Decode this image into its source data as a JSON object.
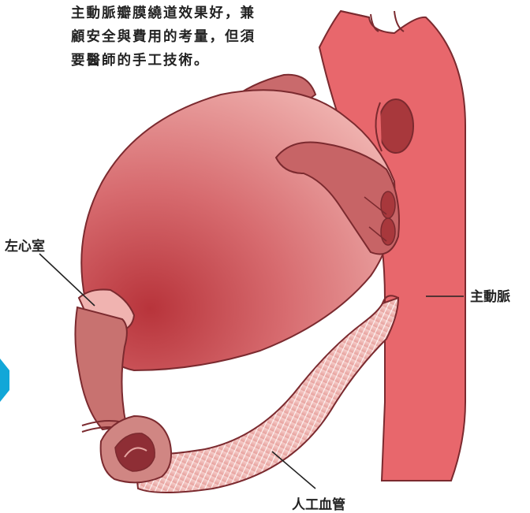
{
  "caption": "主動脈瓣膜繞道效果好，兼顧安全與費用的考量，但須要醫師的手工技術。",
  "labels": {
    "left_ventricle": "左心室",
    "aorta": "主動脈",
    "graft": "人工血管"
  },
  "colors": {
    "heart": "#c8555a",
    "aorta": "#e8676c",
    "graft": "#efb7b3",
    "edge_marker": "#12a7d8"
  }
}
